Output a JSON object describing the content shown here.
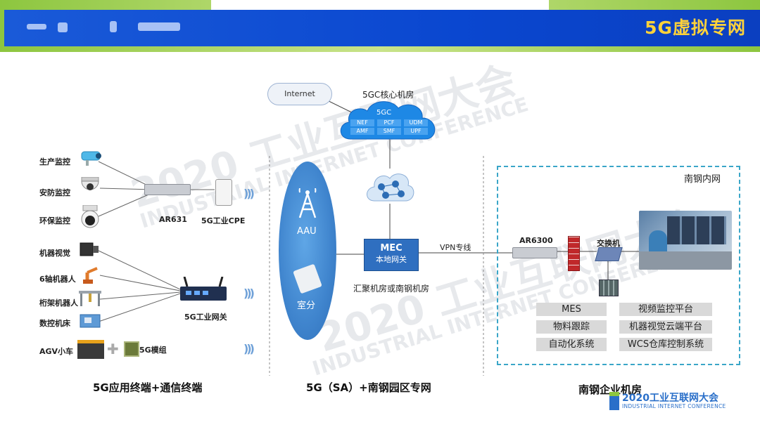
{
  "header": {
    "title": "5G虚拟专网",
    "colors": {
      "blue": "#0a47d0",
      "green": "#8dc63f",
      "title": "#ffd23a"
    }
  },
  "watermark": {
    "year": "2020 工业互联网大会",
    "sub": "INDUSTRIAL INTERNET CONFERENCE"
  },
  "core": {
    "internet": "Internet",
    "room_label": "5GC核心机房",
    "cloud_label": "5GC",
    "functions": [
      "NEF",
      "PCF",
      "UDM",
      "AMF",
      "SMF",
      "UPF"
    ]
  },
  "terminals": {
    "monitors": [
      "生产监控",
      "安防监控",
      "环保监控"
    ],
    "robots": [
      "机器视觉",
      "6轴机器人",
      "桁架机器人",
      "数控机床"
    ],
    "agv": "AGV小车",
    "ar631": "AR631",
    "cpe": "5G工业CPE",
    "gateway": "5G工业网关",
    "module": "5G模组"
  },
  "ran": {
    "aau": "AAU",
    "indoor": "室分"
  },
  "mec": {
    "title": "MEC",
    "subtitle": "本地网关",
    "room": "汇聚机房或南钢机房",
    "vpn": "VPN专线"
  },
  "enterprise": {
    "intranet": "南钢内网",
    "router": "AR6300",
    "switch": "交换机",
    "systems": [
      "MES",
      "视频监控平台",
      "物料跟踪",
      "机器视觉云端平台",
      "自动化系统",
      "WCS仓库控制系统"
    ]
  },
  "captions": {
    "left": "5G应用终端+通信终端",
    "middle": "5G（SA）+南钢园区专网",
    "right": "南钢企业机房"
  },
  "logo": {
    "title": "2020工业互联网大会",
    "sub": "INDUSTRIAL INTERNET CONFERENCE"
  }
}
